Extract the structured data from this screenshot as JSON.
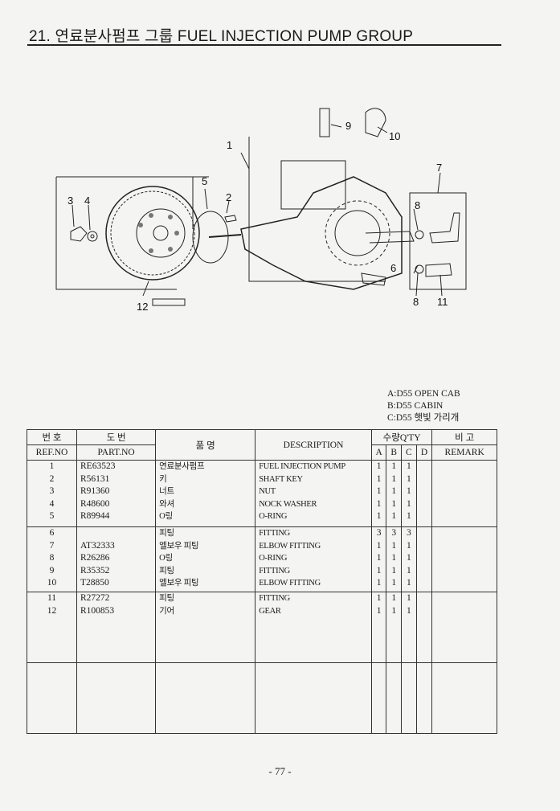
{
  "page": {
    "title": "21. 연료분사펌프 그룹  FUEL INJECTION PUMP GROUP",
    "page_number": "- 77 -"
  },
  "legend": [
    "A:D55 OPEN CAB",
    "B:D55 CABIN",
    "C:D55 햇빛 가리개"
  ],
  "diagram": {
    "callouts": [
      "1",
      "2",
      "3",
      "4",
      "5",
      "6",
      "7",
      "8",
      "8",
      "9",
      "10",
      "11",
      "12"
    ]
  },
  "table": {
    "headers": {
      "ref_ko": "번 호",
      "ref_en": "REF.NO",
      "part_ko": "도 번",
      "part_en": "PART.NO",
      "name_ko": "품 명",
      "desc": "DESCRIPTION",
      "qty_ko": "수량",
      "qty_en": "Q'TY",
      "qa": "A",
      "qb": "B",
      "qc": "C",
      "qd": "D",
      "remark_ko": "비 고",
      "remark_en": "REMARK"
    },
    "groups": [
      [
        {
          "ref": "1",
          "part": "RE63523",
          "name": "연료분사펌프",
          "desc": "FUEL INJECTION PUMP",
          "a": "1",
          "b": "1",
          "c": "1",
          "d": ""
        },
        {
          "ref": "2",
          "part": "R56131",
          "name": "키",
          "desc": "SHAFT KEY",
          "a": "1",
          "b": "1",
          "c": "1",
          "d": ""
        },
        {
          "ref": "3",
          "part": "R91360",
          "name": "너트",
          "desc": "NUT",
          "a": "1",
          "b": "1",
          "c": "1",
          "d": ""
        },
        {
          "ref": "4",
          "part": "R48600",
          "name": "와셔",
          "desc": "NOCK WASHER",
          "a": "1",
          "b": "1",
          "c": "1",
          "d": ""
        },
        {
          "ref": "5",
          "part": "R89944",
          "name": "O링",
          "desc": "O-RING",
          "a": "1",
          "b": "1",
          "c": "1",
          "d": ""
        }
      ],
      [
        {
          "ref": "6",
          "part": "",
          "name": "피팅",
          "desc": "FITTING",
          "a": "3",
          "b": "3",
          "c": "3",
          "d": ""
        },
        {
          "ref": "7",
          "part": "AT32333",
          "name": "엘보우 피팅",
          "desc": "ELBOW FITTING",
          "a": "1",
          "b": "1",
          "c": "1",
          "d": ""
        },
        {
          "ref": "8",
          "part": "R26286",
          "name": "O링",
          "desc": "O-RING",
          "a": "1",
          "b": "1",
          "c": "1",
          "d": ""
        },
        {
          "ref": "9",
          "part": "R35352",
          "name": "피팅",
          "desc": "FITTING",
          "a": "1",
          "b": "1",
          "c": "1",
          "d": ""
        },
        {
          "ref": "10",
          "part": "T28850",
          "name": "엘보우 피팅",
          "desc": "ELBOW FITTING",
          "a": "1",
          "b": "1",
          "c": "1",
          "d": ""
        }
      ],
      [
        {
          "ref": "11",
          "part": "R27272",
          "name": "피팅",
          "desc": "FITTING",
          "a": "1",
          "b": "1",
          "c": "1",
          "d": ""
        },
        {
          "ref": "12",
          "part": "R100853",
          "name": "기어",
          "desc": "GEAR",
          "a": "1",
          "b": "1",
          "c": "1",
          "d": ""
        }
      ]
    ]
  }
}
